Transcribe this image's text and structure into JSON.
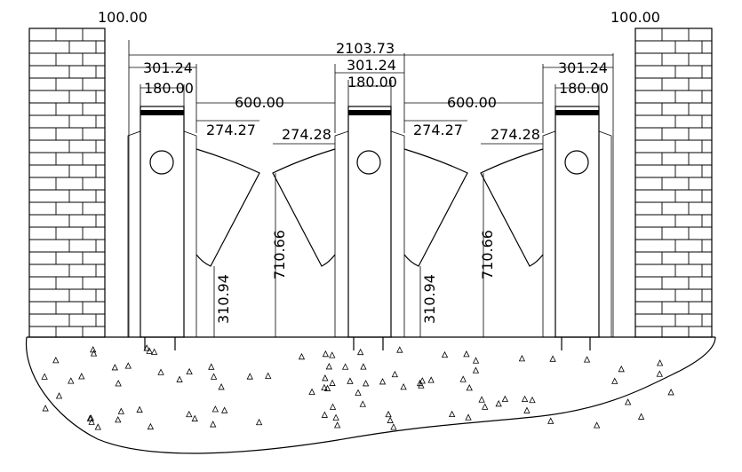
{
  "dimensions": {
    "wall_left": "100.00",
    "wall_right": "100.00",
    "overall_width": "2103.73",
    "cabinet_left_width": "301.24",
    "cabinet_middle_width": "301.24",
    "cabinet_right_width": "301.24",
    "cabinet_left_top": "180.00",
    "cabinet_middle_top": "180.00",
    "cabinet_right_top": "180.00",
    "lane_left_width": "600.00",
    "lane_right_width": "600.00",
    "flap_left_a": "274.27",
    "flap_left_b": "274.28",
    "flap_right_a": "274.27",
    "flap_right_b": "274.28",
    "flap_height_left": "710.66",
    "flap_height_right": "710.66",
    "flap_bottom_left": "310.94",
    "flap_bottom_right": "310.94"
  }
}
